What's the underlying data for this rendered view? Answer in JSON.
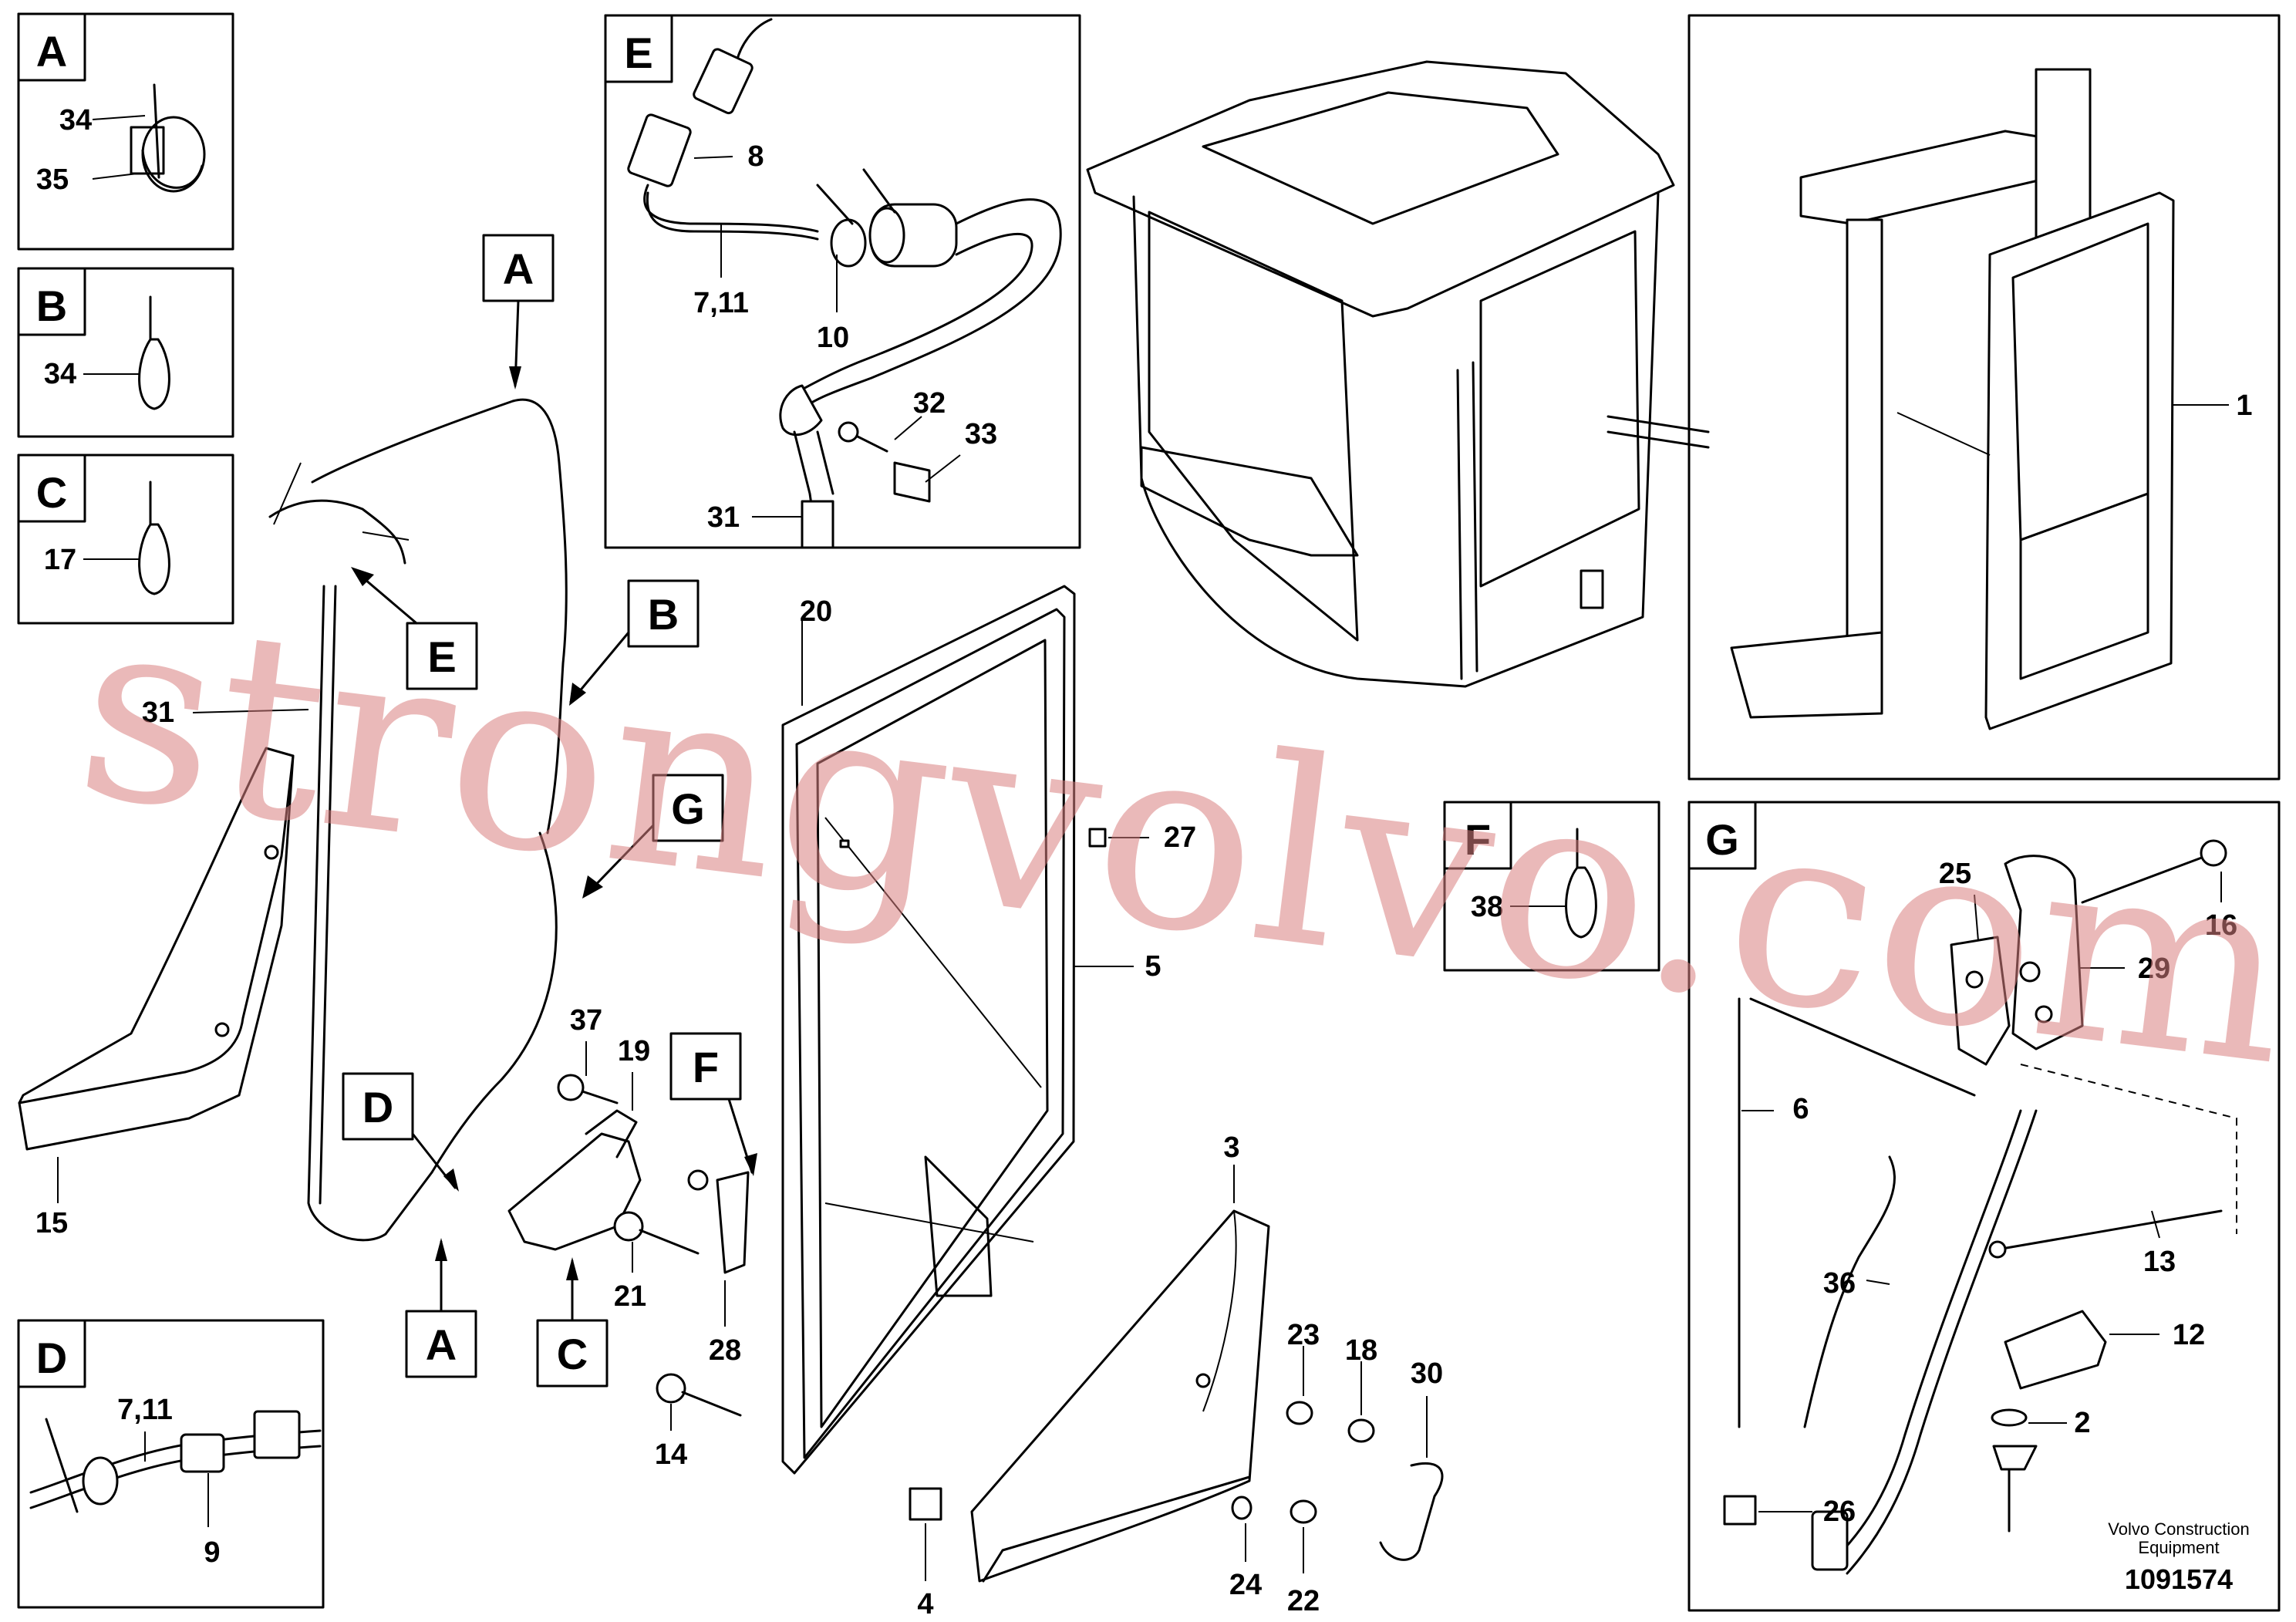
{
  "title_block": {
    "company_line1": "Volvo Construction",
    "company_line2": "Equipment",
    "doc_number": "1091574"
  },
  "watermark": "strongvolvo.com",
  "detail_boxes": {
    "A": {
      "letter": "A",
      "labels": [
        "34",
        "35"
      ]
    },
    "B": {
      "letter": "B",
      "labels": [
        "34"
      ]
    },
    "C": {
      "letter": "C",
      "labels": [
        "17"
      ]
    },
    "D": {
      "letter": "D",
      "labels": [
        "7,11",
        "9"
      ]
    },
    "E": {
      "letter": "E",
      "labels": [
        "8",
        "7,11",
        "10",
        "32",
        "33",
        "31"
      ]
    },
    "F": {
      "letter": "F",
      "labels": [
        "38"
      ]
    },
    "G": {
      "letter": "G",
      "labels": [
        "25",
        "16",
        "29",
        "6",
        "13",
        "36",
        "12",
        "2",
        "26"
      ]
    },
    "overview": {
      "labels": [
        "1"
      ]
    }
  },
  "callout_letters": [
    "A",
    "B",
    "E",
    "G",
    "D",
    "F",
    "A",
    "C"
  ],
  "main_labels": [
    "31",
    "15",
    "20",
    "27",
    "5",
    "37",
    "19",
    "21",
    "28",
    "14",
    "4",
    "3",
    "23",
    "18",
    "30",
    "24",
    "22"
  ],
  "colors": {
    "watermark": "#d88080",
    "line": "#000000"
  }
}
